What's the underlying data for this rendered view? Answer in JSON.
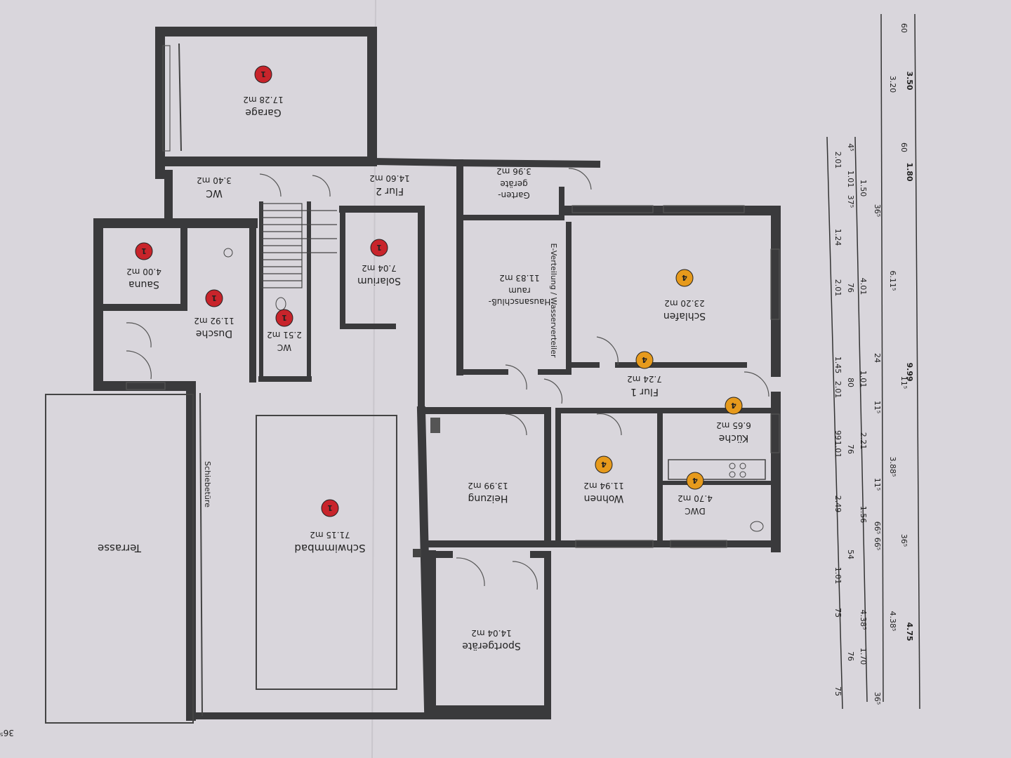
{
  "colors": {
    "paper": "#d9d6dc",
    "wall": "#3a3a3c",
    "marker_red": "#c8242b",
    "marker_orange": "#e69a1c",
    "line": "#333333"
  },
  "rooms": [
    {
      "id": "garage",
      "name": "Garage",
      "area": "17.28 m2",
      "marker": "1"
    },
    {
      "id": "wc-small",
      "name": "WC",
      "area": "3.40 m2",
      "marker": ""
    },
    {
      "id": "flur2",
      "name": "Flur 2",
      "area": "14.60 m2",
      "marker": ""
    },
    {
      "id": "garten",
      "name": "Garten-",
      "name2": "geräte",
      "area": "3.96 m2",
      "marker": ""
    },
    {
      "id": "schlafen",
      "name": "Schlafen",
      "area": "23.20 m2",
      "marker": "4"
    },
    {
      "id": "hausanschluss",
      "name": "Hausanschluß-",
      "name2": "raum",
      "area": "11.83 m2",
      "marker": ""
    },
    {
      "id": "solarium",
      "name": "Solarium",
      "area": "7.04 m2",
      "marker": "1"
    },
    {
      "id": "sauna",
      "name": "Sauna",
      "area": "4.00 m2",
      "marker": "1"
    },
    {
      "id": "dusche",
      "name": "Dusche",
      "area": "11.92 m2",
      "marker": "1"
    },
    {
      "id": "wc2",
      "name": "WC",
      "area": "2.51 m2",
      "marker": "1"
    },
    {
      "id": "flur1",
      "name": "Flur 1",
      "area": "7.24 m2",
      "marker": "4"
    },
    {
      "id": "kueche",
      "name": "Küche",
      "area": "6.65 m2",
      "marker": "4"
    },
    {
      "id": "wohnen",
      "name": "Wohnen",
      "area": "11.94 m2",
      "marker": "4"
    },
    {
      "id": "dwc",
      "name": "DWC",
      "area": "4.70 m2",
      "marker": "4"
    },
    {
      "id": "heizung",
      "name": "Heizung",
      "area": "13.99 m2",
      "marker": ""
    },
    {
      "id": "schwimmbad",
      "name": "Schwimmbad",
      "area": "71.15 m2",
      "marker": "1"
    },
    {
      "id": "terrasse",
      "name": "Terrasse",
      "area": "",
      "marker": ""
    },
    {
      "id": "sportgeraete",
      "name": "Sportgeräte",
      "area": "14.04 m2",
      "marker": ""
    }
  ],
  "notes": {
    "ev": "E-Verteilung / Wasserverteiler",
    "schiebe": "Schiebetüre",
    "corner": "36⁵"
  },
  "dimensions": {
    "outer_total": "9.99",
    "outer_segments": [
      "3.50",
      "1.80",
      "4.75"
    ],
    "row_a": [
      "3.20",
      "6.11⁵",
      "3.88⁵",
      "4.38⁵"
    ],
    "row_a_small": [
      "60",
      "60",
      "11⁵",
      "36⁵"
    ],
    "row_b": [
      "1.50",
      "4.01",
      "1.01",
      "2.21",
      "1.56",
      "4.38⁵",
      "1.70"
    ],
    "row_b_small": [
      "36⁵",
      "24",
      "11⁵",
      "11⁵",
      "66⁵",
      "66⁵",
      "36⁵"
    ],
    "row_c": [
      "2.01",
      "1.24",
      "2.01",
      "1.45",
      "2.01",
      "99",
      "1.01",
      "2.49",
      "1.01",
      "75",
      "75"
    ],
    "row_c_small": [
      "1.01",
      "37⁵",
      "76",
      "80",
      "76",
      "54",
      "76",
      "4⁵"
    ]
  }
}
